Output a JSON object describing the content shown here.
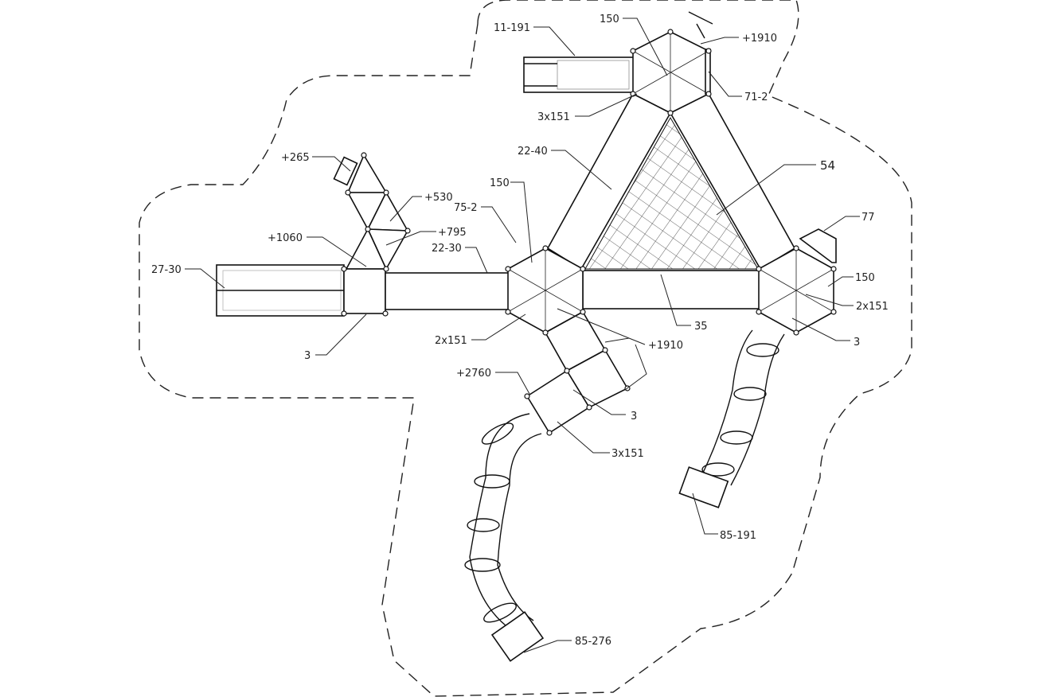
{
  "labels": {
    "l_11_191": "11-191",
    "l_150_top": "150",
    "l_1910_top": "+1910",
    "l_71_2": "71-2",
    "l_3x151_top": "3x151",
    "l_265": "+265",
    "l_22_40": "22-40",
    "l_54": "54",
    "l_150_mid": "150",
    "l_530": "+530",
    "l_75_2": "75-2",
    "l_795": "+795",
    "l_1060": "+1060",
    "l_22_30": "22-30",
    "l_27_30": "27-30",
    "l_77": "77",
    "l_150_right": "150",
    "l_2x151_right": "2x151",
    "l_35": "35",
    "l_3_right": "3",
    "l_3_left": "3",
    "l_2x151_mid": "2x151",
    "l_1910_mid": "+1910",
    "l_2760": "+2760",
    "l_3_mid": "3",
    "l_3x151_mid": "3x151",
    "l_85_191": "85-191",
    "l_85_276": "85-276"
  }
}
